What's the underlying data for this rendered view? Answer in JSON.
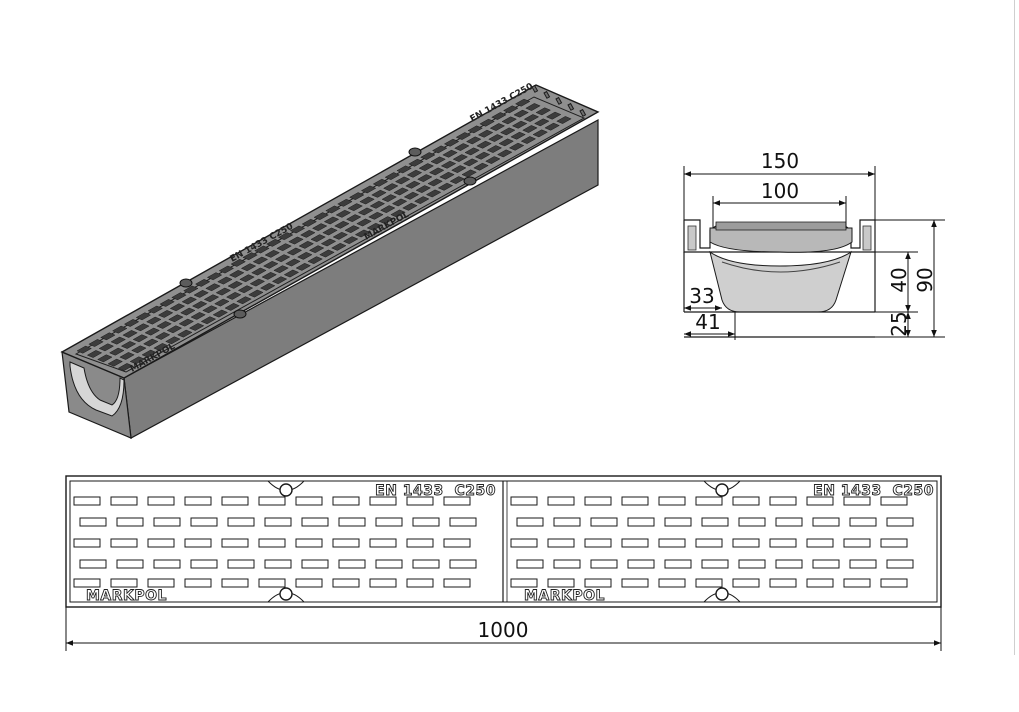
{
  "isometric": {
    "standard_label": "EN 1433 C250",
    "brand_label": "MARKPOL",
    "colors": {
      "grate": "#8c8c8c",
      "body_top": "#9d9d9d",
      "body_side": "#7b7b7b",
      "outline": "#1a1a1a",
      "slot": "#3a3a3a"
    }
  },
  "cross_section": {
    "dim_total_width": "150",
    "dim_inner_width": "100",
    "dim_upper_height": "40",
    "dim_total_height": "90",
    "dim_base_height": "25",
    "dim_left_offset": "33",
    "dim_left_wall": "41"
  },
  "top_view": {
    "left_half": {
      "standard_label": "EN 1433  C250",
      "brand_label": "MARKPOL"
    },
    "right_half": {
      "standard_label": "EN 1433  C250",
      "brand_label": "MARKPOL"
    },
    "dim_length": "1000"
  }
}
